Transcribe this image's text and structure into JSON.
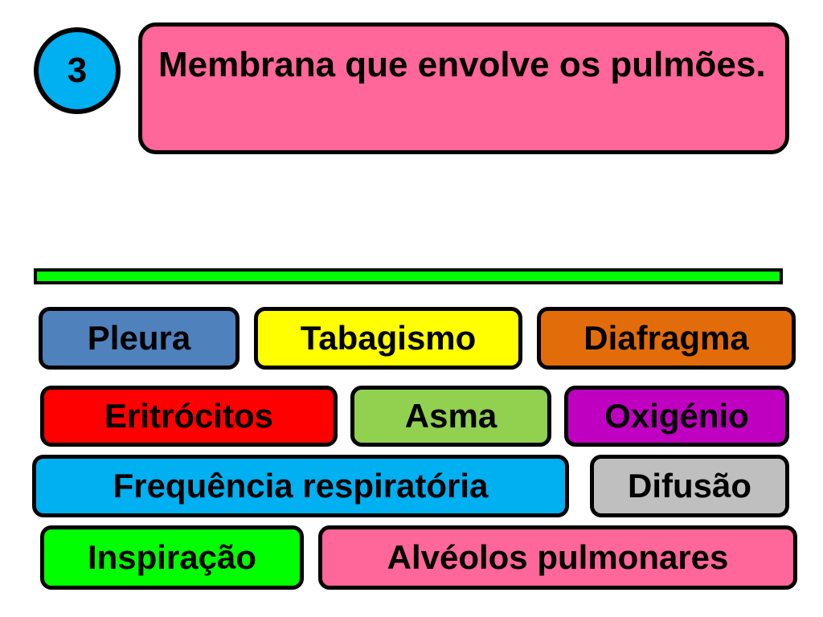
{
  "question": {
    "number": "3",
    "text": "Membrana que envolve os pulmões."
  },
  "options": [
    {
      "id": "opt-pleura",
      "label": "Pleura",
      "bg": "#4f81bd",
      "fg": "#000000"
    },
    {
      "id": "opt-tabagismo",
      "label": "Tabagismo",
      "bg": "#ffff00",
      "fg": "#000000"
    },
    {
      "id": "opt-diafragma",
      "label": "Diafragma",
      "bg": "#e36c0a",
      "fg": "#000000"
    },
    {
      "id": "opt-eritrocitos",
      "label": "Eritrócitos",
      "bg": "#ff0000",
      "fg": "#000000"
    },
    {
      "id": "opt-asma",
      "label": "Asma",
      "bg": "#92d050",
      "fg": "#000000"
    },
    {
      "id": "opt-oxigenio",
      "label": "Oxigénio",
      "bg": "#c000c0",
      "fg": "#000000"
    },
    {
      "id": "opt-frequencia",
      "label": "Frequência respiratória",
      "bg": "#00b0f0",
      "fg": "#000000"
    },
    {
      "id": "opt-difusao",
      "label": "Difusão",
      "bg": "#bfbfbf",
      "fg": "#000000"
    },
    {
      "id": "opt-inspiracao",
      "label": "Inspiração",
      "bg": "#00ff00",
      "fg": "#000000"
    },
    {
      "id": "opt-alveolos",
      "label": "Alvéolos pulmonares",
      "bg": "#ff6699",
      "fg": "#000000"
    }
  ],
  "colors": {
    "badge": "#00b0f0",
    "question_box": "#ff6699",
    "separator": "#00ff00"
  }
}
